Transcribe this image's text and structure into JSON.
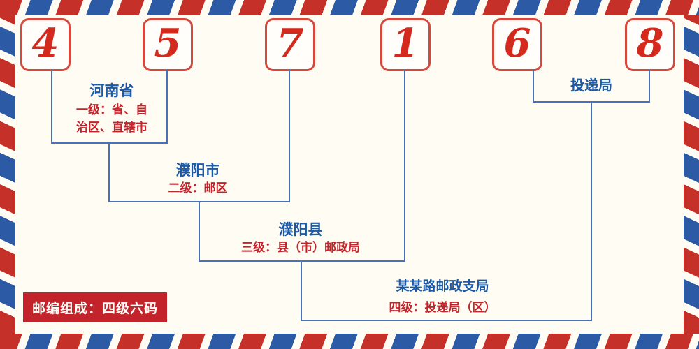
{
  "postal_code": {
    "digits": [
      "4",
      "5",
      "7",
      "1",
      "6",
      "8"
    ]
  },
  "levels": {
    "level1": {
      "name": "河南省",
      "desc": "一级：省、自\n治区、直辖市"
    },
    "level2": {
      "name": "濮阳市",
      "desc": "二级：邮区"
    },
    "level3": {
      "name": "濮阳县",
      "desc": "三级：县（市）邮政局"
    },
    "level4": {
      "name": "某某路邮政支局",
      "desc": "四级：投递局（区）"
    },
    "delivery": {
      "name": "投递局"
    }
  },
  "footer": {
    "composition": "邮编组成：四级六码"
  },
  "colors": {
    "digit-red": "#d4291d",
    "box-border-red": "#d8473c",
    "label-blue": "#1c59a6",
    "label-red": "#c3242c",
    "line-blue": "#4a70b8",
    "stripe-red": "#c53129",
    "stripe-blue": "#2c5aa5",
    "badge-red": "#c3242c",
    "bg": "#fffdf3"
  }
}
